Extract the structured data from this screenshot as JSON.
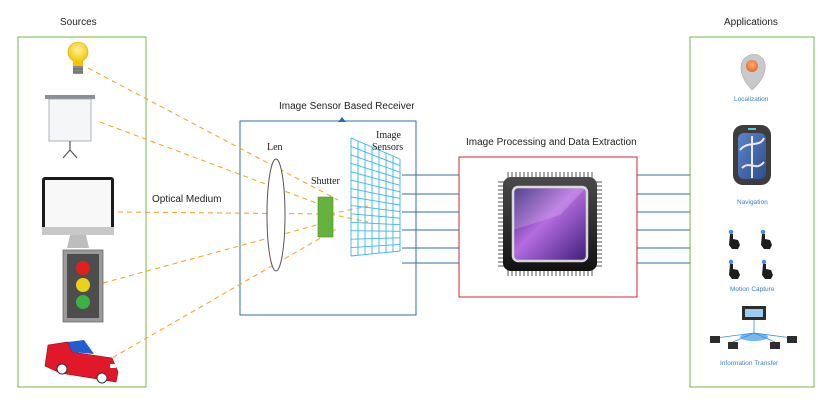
{
  "sources": {
    "title": "Sources",
    "items": [
      "light-bulb",
      "projector-screen",
      "monitor",
      "traffic-light",
      "car"
    ]
  },
  "applications": {
    "title": "Applications",
    "items": [
      {
        "label": "Localization",
        "icon": "location-pin-icon"
      },
      {
        "label": "Navigation",
        "icon": "navigation-device-icon"
      },
      {
        "label": "Motion Capture",
        "icon": "hand-gesture-icon"
      },
      {
        "label": "Information Transfer",
        "icon": "network-icon"
      }
    ]
  },
  "optical_medium_label": "Optical Medium",
  "receiver": {
    "title": "Image Sensor Based Receiver",
    "len_label": "Len",
    "shutter_label": "Shutter",
    "sensors_label_line1": "Image",
    "sensors_label_line2": "Sensors"
  },
  "processing": {
    "title": "Image Processing and Data Extraction"
  },
  "colors": {
    "sources_border": "#7ab648",
    "applications_border": "#7ab648",
    "receiver_border": "#2e6da4",
    "processing_border": "#d9262c",
    "ray": "#f0a830",
    "grid": "#3cb4e6",
    "shutter": "#66b23f",
    "wire": "#2e6da4",
    "app_label": "#3a7fc1"
  }
}
